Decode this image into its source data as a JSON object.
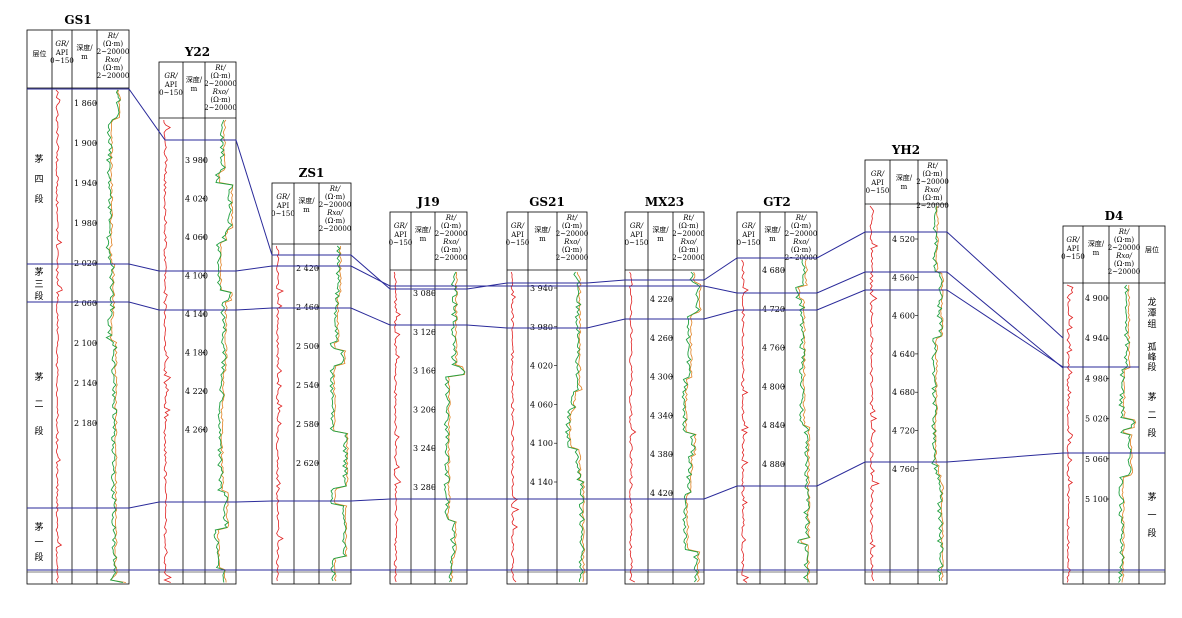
{
  "headers": {
    "formation": "层位",
    "gr_name": "GR/",
    "gr_unit": "API",
    "gr_range": "0~150",
    "depth_name": "深度/",
    "depth_unit": "m",
    "rt_name": "Rt/",
    "rxo_name": "Rxo/",
    "res_unit": "(Ω·m)",
    "res_range": "2~20000"
  },
  "colors": {
    "gr": "#e02020",
    "rt": "#e08020",
    "rxo": "#20a040",
    "correlation": "#2a2a9a",
    "border": "#000000"
  },
  "formations": {
    "mao4": "茅四段",
    "mao3": "茅三段",
    "mao2": "茅二段",
    "mao1": "茅一段",
    "longtan": "龙潭组",
    "gufeng": "孤峰段"
  },
  "wells": [
    {
      "name": "GS1",
      "depth_labels": [
        "1 860",
        "1 900",
        "1 940",
        "1 980",
        "2 020",
        "2 060",
        "2 100",
        "2 140",
        "2 180"
      ]
    },
    {
      "name": "Y22",
      "depth_labels": [
        "3 980",
        "4 020",
        "4 060",
        "4 100",
        "4 140",
        "4 180",
        "4 220",
        "4 260"
      ]
    },
    {
      "name": "ZS1",
      "depth_labels": [
        "2 420",
        "2 460",
        "2 500",
        "2 540",
        "2 580",
        "2 620"
      ]
    },
    {
      "name": "J19",
      "depth_labels": [
        "3 080",
        "3 120",
        "3 160",
        "3 200",
        "3 240",
        "3 280"
      ]
    },
    {
      "name": "GS21",
      "depth_labels": [
        "3 940",
        "3 980",
        "4 020",
        "4 060",
        "4 100",
        "4 140"
      ]
    },
    {
      "name": "MX23",
      "depth_labels": [
        "4 220",
        "4 260",
        "4 300",
        "4 340",
        "4 380",
        "4 420"
      ]
    },
    {
      "name": "GT2",
      "depth_labels": [
        "4 680",
        "4 720",
        "4 760",
        "4 800",
        "4 840",
        "4 880"
      ]
    },
    {
      "name": "YH2",
      "depth_labels": [
        "4 520",
        "4 560",
        "4 600",
        "4 640",
        "4 680",
        "4 720",
        "4 760"
      ]
    },
    {
      "name": "D4",
      "depth_labels": [
        "4 900",
        "4 940",
        "4 980",
        "5 020",
        "5 060",
        "5 100"
      ]
    }
  ]
}
